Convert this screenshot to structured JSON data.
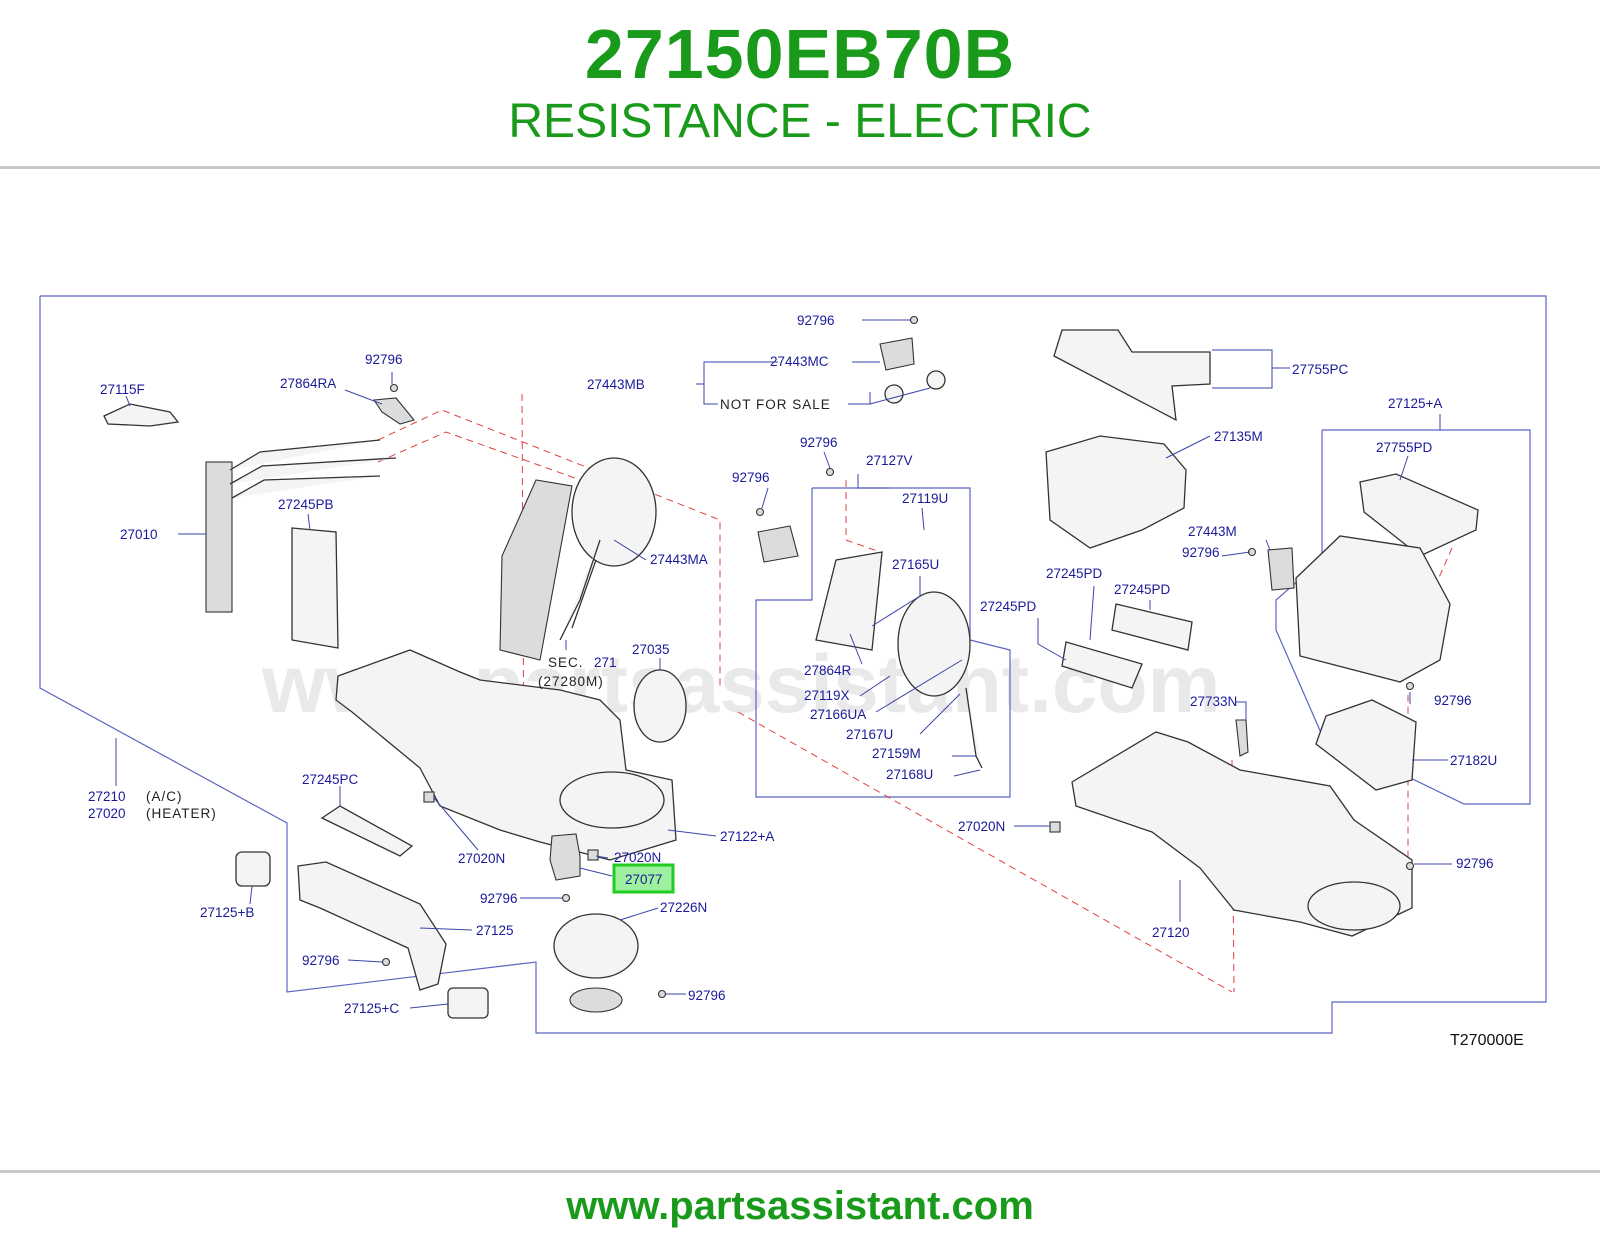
{
  "header": {
    "part_number": "27150EB70B",
    "part_description": "RESISTANCE - ELECTRIC"
  },
  "footer": {
    "url": "www.partsassistant.com"
  },
  "diagram": {
    "watermark": "www.partsassistant.com",
    "reference_code": "T270000E",
    "highlighted_callout": "27077",
    "highlight_color": "#22cc22",
    "callouts": [
      "92796",
      "27443MC",
      "27443MB",
      "NOT FOR SALE",
      "27755PC",
      "92796",
      "27864RA",
      "27115F",
      "27135M",
      "27125+A",
      "92796",
      "27127V",
      "92796",
      "27755PD",
      "27119U",
      "27010",
      "27245PB",
      "27443M",
      "92796",
      "27443MA",
      "27165U",
      "27245PD",
      "27245PD",
      "27245PD",
      "27035",
      "27864R",
      "27119X",
      "27166UA",
      "27733N",
      "92796",
      "27167U",
      "27182U",
      "27159M",
      "27168U",
      "27210",
      "(A/C)",
      "27020",
      "(HEATER)",
      "27245PC",
      "27020N",
      "27122+A",
      "27020N",
      "27020N",
      "92796",
      "27226N",
      "92796",
      "27125+B",
      "27125",
      "27120",
      "92796",
      "92796",
      "27125+C"
    ],
    "sec_note": {
      "line1": "SEC.",
      "line2": "(27280M)",
      "partial": "271"
    }
  }
}
